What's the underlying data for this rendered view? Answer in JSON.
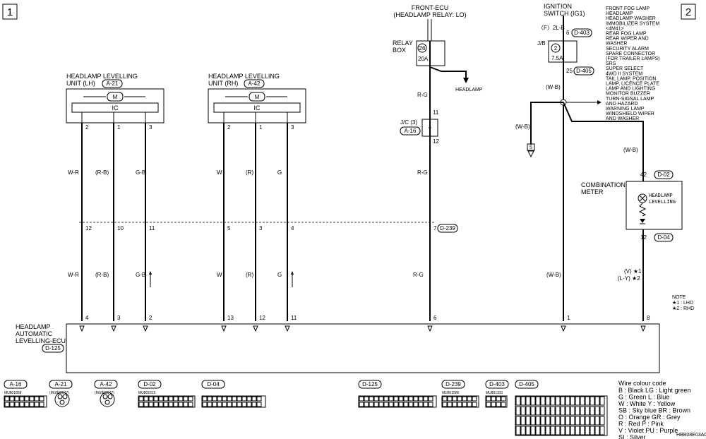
{
  "page_markers": {
    "left": "1",
    "right": "2"
  },
  "front_ecu": {
    "title": "FRONT-ECU",
    "subtitle": "(HEADLAMP RELAY: LO)"
  },
  "relay_box": {
    "label_line1": "RELAY",
    "label_line2": "BOX",
    "number": "26",
    "fuse": "20A",
    "output_label": "HEADLAMP"
  },
  "ignition": {
    "title_line1": "IGNITION",
    "title_line2": "SWITCH (IG1)",
    "source": "〈F〉2L-B",
    "pin_top": "6",
    "conn_top": "D-403",
    "jb_label": "J/B",
    "fuse_no": "2",
    "fuse_rating": "7.5A",
    "pin_bottom": "25",
    "conn_bottom": "D-405",
    "wire": "(W-B)"
  },
  "ig_loads": [
    "FRONT FOG LAMP",
    "HEADLAMP",
    "HEADLAMP WASHER",
    "IMMOBILIZER SYSTEM",
    "<4M41>",
    "REAR FOG LAMP",
    "REAR WIPER AND",
    "WASHER",
    "SECURITY ALARM",
    "SPARE CONNECTOR",
    "(FOR TRAILER LAMPS)",
    "SRS",
    "SUPER SELECT",
    "4WD II SYSTEM",
    "TAIL LAMP, POSITION",
    "LAMP, LICENCE PLATE",
    "LAMP AND LIGHTING",
    "MONITOR BUZZER",
    "TURN-SIGNAL LAMP",
    "AND HAZARD",
    "WARNING LAMP",
    "WINDSHIELD WIPER",
    "AND WASHER"
  ],
  "splice_wire": "(W-B)",
  "ground_ref": "5",
  "unit_lh": {
    "title_line1": "HEADLAMP LEVELLING",
    "title_line2": "UNIT (LH)",
    "conn": "A-21",
    "ic": "IC",
    "motor": "M"
  },
  "unit_rh": {
    "title_line1": "HEADLAMP LEVELLING",
    "title_line2": "UNIT (RH)",
    "conn": "A-42",
    "ic": "IC",
    "motor": "M"
  },
  "jc": {
    "label": "J/C (3)",
    "conn": "A-16",
    "pin_in": "11",
    "pin_out": "12"
  },
  "wires": [
    {
      "pin_unit": "2",
      "color_upper": "W-R",
      "mid_pin": "12",
      "color_lower": "W-R",
      "ecu_pin": "4"
    },
    {
      "pin_unit": "1",
      "color_upper": "(R-B)",
      "mid_pin": "10",
      "color_lower": "(R-B)",
      "ecu_pin": "3"
    },
    {
      "pin_unit": "3",
      "color_upper": "G-B",
      "mid_pin": "11",
      "color_lower": "G-B",
      "ecu_pin": "2"
    },
    {
      "pin_unit": "2",
      "color_upper": "W",
      "mid_pin": "5",
      "color_lower": "W",
      "ecu_pin": "13"
    },
    {
      "pin_unit": "1",
      "color_upper": "(R)",
      "mid_pin": "3",
      "color_lower": "(R)",
      "ecu_pin": "12"
    },
    {
      "pin_unit": "3",
      "color_upper": "G",
      "mid_pin": "4",
      "color_lower": "G",
      "ecu_pin": "11"
    },
    {
      "color_relay": "R-G",
      "color_upper": "R-G",
      "mid_pin": "7",
      "mid_conn": "D-239",
      "color_lower": "R-G",
      "ecu_pin": "6"
    },
    {
      "color_lower": "(W-B)",
      "ecu_pin": "1"
    },
    {
      "color_upper": "(W-B)",
      "meter_in": "42",
      "meter_in_conn": "D-02",
      "meter_out": "12",
      "meter_out_conn": "D-04",
      "color_lower_1": "(V) ★1",
      "color_lower_2": "(L-Y) ★2",
      "ecu_pin": "8"
    }
  ],
  "meter": {
    "title_line1": "COMBINATION",
    "title_line2": "METER",
    "lamp_line1": "HEADLAMP",
    "lamp_line2": "LEVELLING"
  },
  "note": {
    "title": "NOTE",
    "line1": "★1 : LHD",
    "line2": "★2 : RHD"
  },
  "ecu": {
    "line1": "HEADLAMP",
    "line2": "AUTOMATIC",
    "line3": "LEVELLING-ECU",
    "conn": "D-125"
  },
  "connectors": [
    {
      "id": "A-16",
      "part": "MU801858"
    },
    {
      "id": "A-21",
      "part": "(MU802077)"
    },
    {
      "id": "A-42",
      "part": "(MU802077)"
    },
    {
      "id": "D-02",
      "part": "MU801515"
    },
    {
      "id": "D-04",
      "part": ""
    },
    {
      "id": "D-125",
      "part": ""
    },
    {
      "id": "D-239",
      "part": "MU801586"
    },
    {
      "id": "D-403",
      "part": "MU801331"
    },
    {
      "id": "D-405",
      "part": ""
    }
  ],
  "colour_code": {
    "title": "Wire colour code",
    "lines": [
      "B : Black    LG : Light green",
      "G : Green         L : Blue",
      "W : White        Y : Yellow",
      "SB : Sky blue    BR : Brown",
      "O : Orange    GR : Grey",
      "R : Red     P : Pink",
      "V : Violet    PU : Purple",
      "SI : Silver"
    ]
  },
  "figure_id": "HBB08E03AC"
}
